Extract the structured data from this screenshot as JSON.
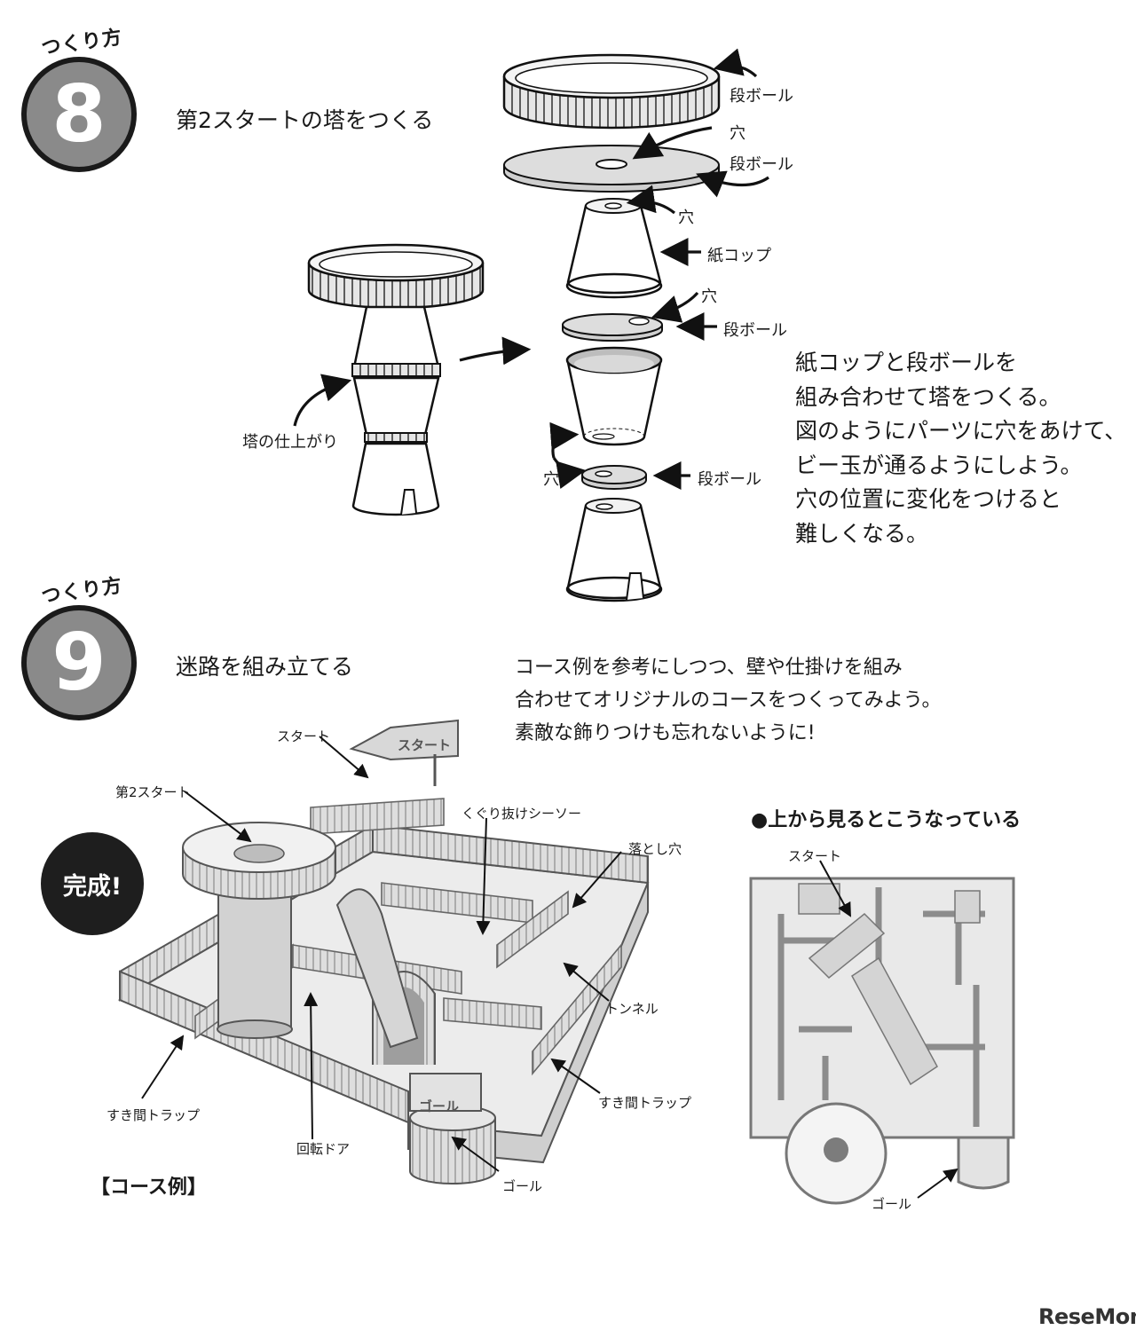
{
  "step8": {
    "kicker": "つくり方",
    "number": "8",
    "title": "第2スタートの塔をつくる",
    "labels": {
      "corrugated_ring": "段ボール",
      "hole_top": "穴",
      "corrugated_disc": "段ボール",
      "hole_cup": "穴",
      "paper_cup": "紙コップ",
      "hole_disc": "穴",
      "corrugated_small_disc": "段ボール",
      "hole_lower": "穴",
      "corrugated_bottom_disc": "段ボール",
      "tower_finished": "塔の仕上がり"
    },
    "description": [
      "紙コップと段ボールを",
      "組み合わせて塔をつくる。",
      "図のようにパーツに穴をあけて、",
      "ビー玉が通るようにしよう。",
      "穴の位置に変化をつけると",
      "難しくなる。"
    ]
  },
  "step9": {
    "kicker": "つくり方",
    "number": "9",
    "title": "迷路を組み立てる",
    "description": [
      "コース例を参考にしつつ、壁や仕掛けを組み",
      "合わせてオリジナルのコースをつくってみよう。",
      "素敵な飾りつけも忘れないように!"
    ],
    "done_badge": "完成!",
    "course_caption": "【コース例】",
    "sign_text": "スタート",
    "goal_sign_text": "ゴール",
    "labels": {
      "start": "スタート",
      "second_start": "第2スタート",
      "seesaw": "くぐり抜けシーソー",
      "drop_hole": "落とし穴",
      "tunnel": "トンネル",
      "gap_trap_right": "すき間トラップ",
      "gap_trap_left": "すき間トラップ",
      "rotating_door": "回転ドア",
      "goal": "ゴール"
    },
    "top_view": {
      "heading": "●上から見るとこうなっている",
      "start": "スタート",
      "goal": "ゴール"
    }
  },
  "watermark": "ReseMom"
}
